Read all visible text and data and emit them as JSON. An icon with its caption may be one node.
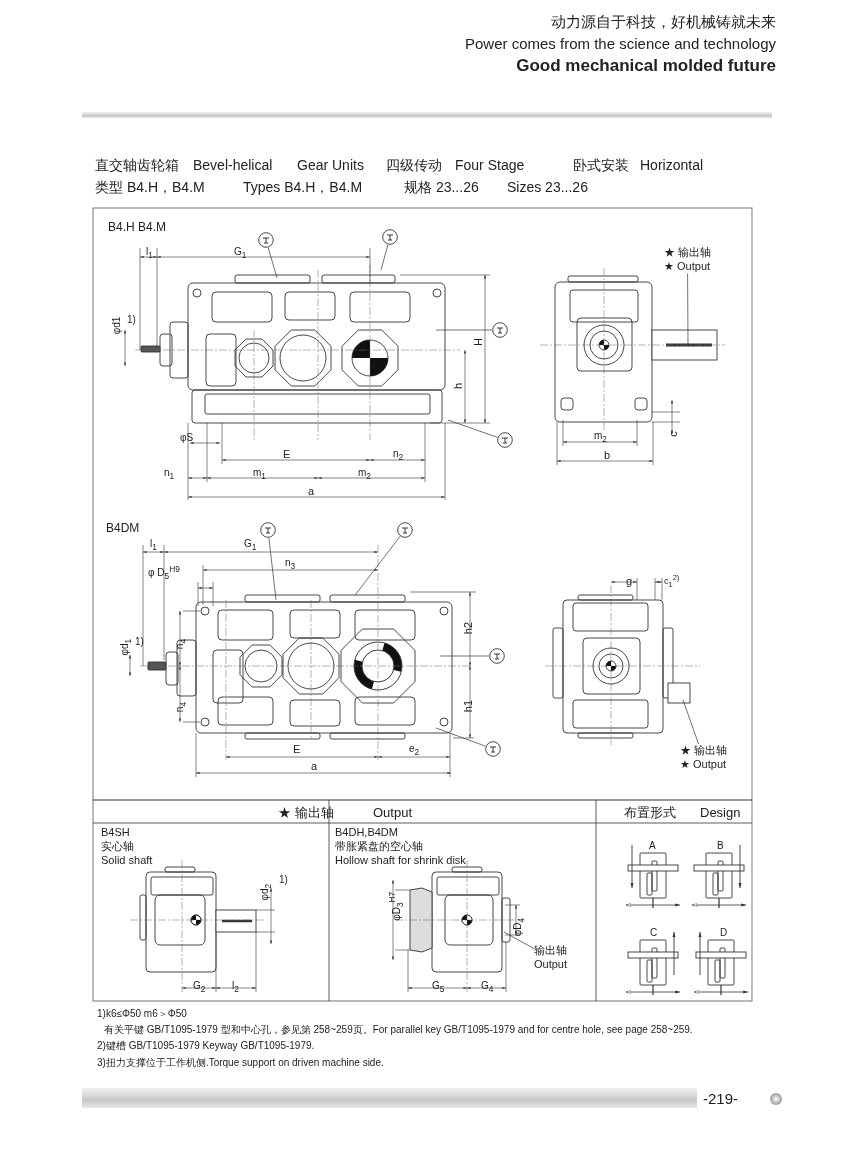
{
  "diagram": {
    "nodes": [
      {
        "text": [
          "★ 输出轴",
          "★ Output"
        ]
      },
      {
        "text": [
          "★ 输出轴",
          "★ Output"
        ]
      },
      {
        "text": [
          "输出轴",
          "Output"
        ]
      },
      {
        "text": [],
        "shape": "circle"
      },
      {
        "text": [],
        "shape": "circle"
      },
      {
        "text": [],
        "shape": "circle"
      },
      {
        "text": [],
        "shape": "circle"
      },
      {
        "text": [],
        "shape": "circle"
      },
      {
        "text": [],
        "shape": "circle"
      },
      {
        "text": [],
        "shape": "circle"
      },
      {
        "text": [],
        "shape": "circle"
      },
      {
        "text": [],
        "shape": "picture"
      },
      {
        "text": [],
        "shape": "picture"
      },
      {
        "text": [],
        "shape": "picture"
      },
      {
        "text": [],
        "shape": "picture"
      },
      {
        "text": [],
        "shape": "picture"
      }
    ],
    "edges": [
      {
        "from": 0,
        "to": 12,
        "arrow": "none"
      },
      {
        "from": 1,
        "to": 14,
        "arrow": "none"
      },
      {
        "from": 2,
        "to": 15,
        "arrow": "none"
      },
      {
        "from": 3,
        "to": 11,
        "arrow": "none"
      },
      {
        "from": 4,
        "to": 11,
        "arrow": "none"
      },
      {
        "from": 5,
        "to": 11,
        "arrow": "none"
      },
      {
        "from": 6,
        "to": 11,
        "arrow": "none"
      },
      {
        "from": 7,
        "to": 13,
        "arrow": "none"
      },
      {
        "from": 8,
        "to": 13,
        "arrow": "none"
      },
      {
        "from": 9,
        "to": 13,
        "arrow": "none"
      },
      {
        "from": 10,
        "to": 13,
        "arrow": "none"
      }
    ],
    "labels": [
      "动力源自于科技，好机械铸就未来",
      "Power comes from the science and technology",
      "Good mechanical molded future",
      "直交轴齿轮箱",
      "Bevel-helical",
      "Gear Units",
      "四级传动",
      "Four Stage",
      "卧式安装",
      "Horizontal",
      "类型 B4.H，B4.M",
      "Types B4.H，B4.M",
      "规格 23...26",
      "Sizes 23...26",
      "B4.H B4.M",
      "l$_{1}$",
      "G$_{1}$",
      "φd1",
      "1)",
      "H",
      "h",
      "φS",
      "E",
      "n$_{2}$",
      "n$_{1}$",
      "m$_{1}$",
      "m$_{2}$",
      "a",
      "m$_{2}$",
      "b",
      "c",
      "B4DM",
      "l$_{1}$",
      "G$_{1}$",
      "n$_{3}$",
      "φ D$_{5}$$^{H9}$",
      "φd$_{1}$",
      "1)",
      "n$_{4}$",
      "n$_{4}$",
      "h2",
      "h1",
      "E",
      "e$_{2}$",
      "a",
      "g",
      "c$_{1}$$^{2)}$",
      "★ 输出轴",
      "Output",
      "布置形式",
      "Design",
      "B4SH",
      "实心轴",
      "Solid shaft",
      "φd$_{2}$",
      "1)",
      "G$_{2}$",
      "l$_{2}$",
      "B4DH,B4DM",
      "带胀紧盘的空心轴",
      "Hollow shaft for shrink disk",
      "φD$_{3}$$^{H7}$",
      "φD$_{4}$",
      "G$_{5}$",
      "G$_{4}$",
      "A",
      "B",
      "C",
      "D",
      "1)k6≤Φ50  m6＞Φ50",
      "有关平键 GB/T1095-1979 型和中心孔，参见第 258~259页。For parallel key GB/T1095-1979 and for centre hole, see page 258~259.",
      "2)键槽 GB/T1095-1979  Keyway GB/T1095-1979.",
      "3)扭力支撑位于工作机侧.Torque support on driven machine side.",
      "-219-"
    ]
  }
}
